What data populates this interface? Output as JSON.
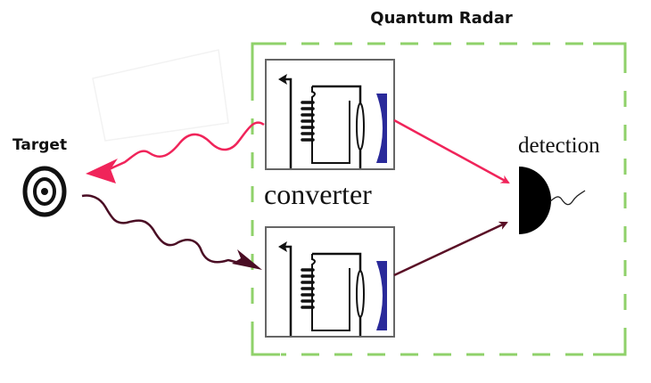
{
  "diagram": {
    "title": "Quantum Radar",
    "labels": {
      "target": "Target",
      "converter": "converter",
      "detection": "detection"
    },
    "components": [
      {
        "id": "target",
        "label": "Target",
        "icon": "bullseye-icon"
      },
      {
        "id": "converter-upper",
        "label": "converter",
        "icon": "electro-optomechanical-converter-icon"
      },
      {
        "id": "converter-lower",
        "label": "converter",
        "icon": "electro-optomechanical-converter-icon"
      },
      {
        "id": "detector",
        "label": "detection",
        "icon": "photodetector-icon"
      }
    ],
    "connections": [
      {
        "from": "converter-upper",
        "to": "target",
        "style": "wavy-arrow",
        "color": "#f0245a"
      },
      {
        "from": "target",
        "to": "converter-lower",
        "style": "wavy-arrow",
        "color": "#4a0d24"
      },
      {
        "from": "converter-upper",
        "to": "detector",
        "style": "straight-arrow",
        "color": "#f0245a"
      },
      {
        "from": "converter-lower",
        "to": "detector",
        "style": "straight-arrow",
        "color": "#5a1026"
      }
    ],
    "colors": {
      "boundary_dashed": "#8fd16a",
      "signal_microwave": "#f0245a",
      "idler_return": "#4a0d24",
      "optical_mirror": "#2a2a9a",
      "box_border": "#666666"
    }
  }
}
